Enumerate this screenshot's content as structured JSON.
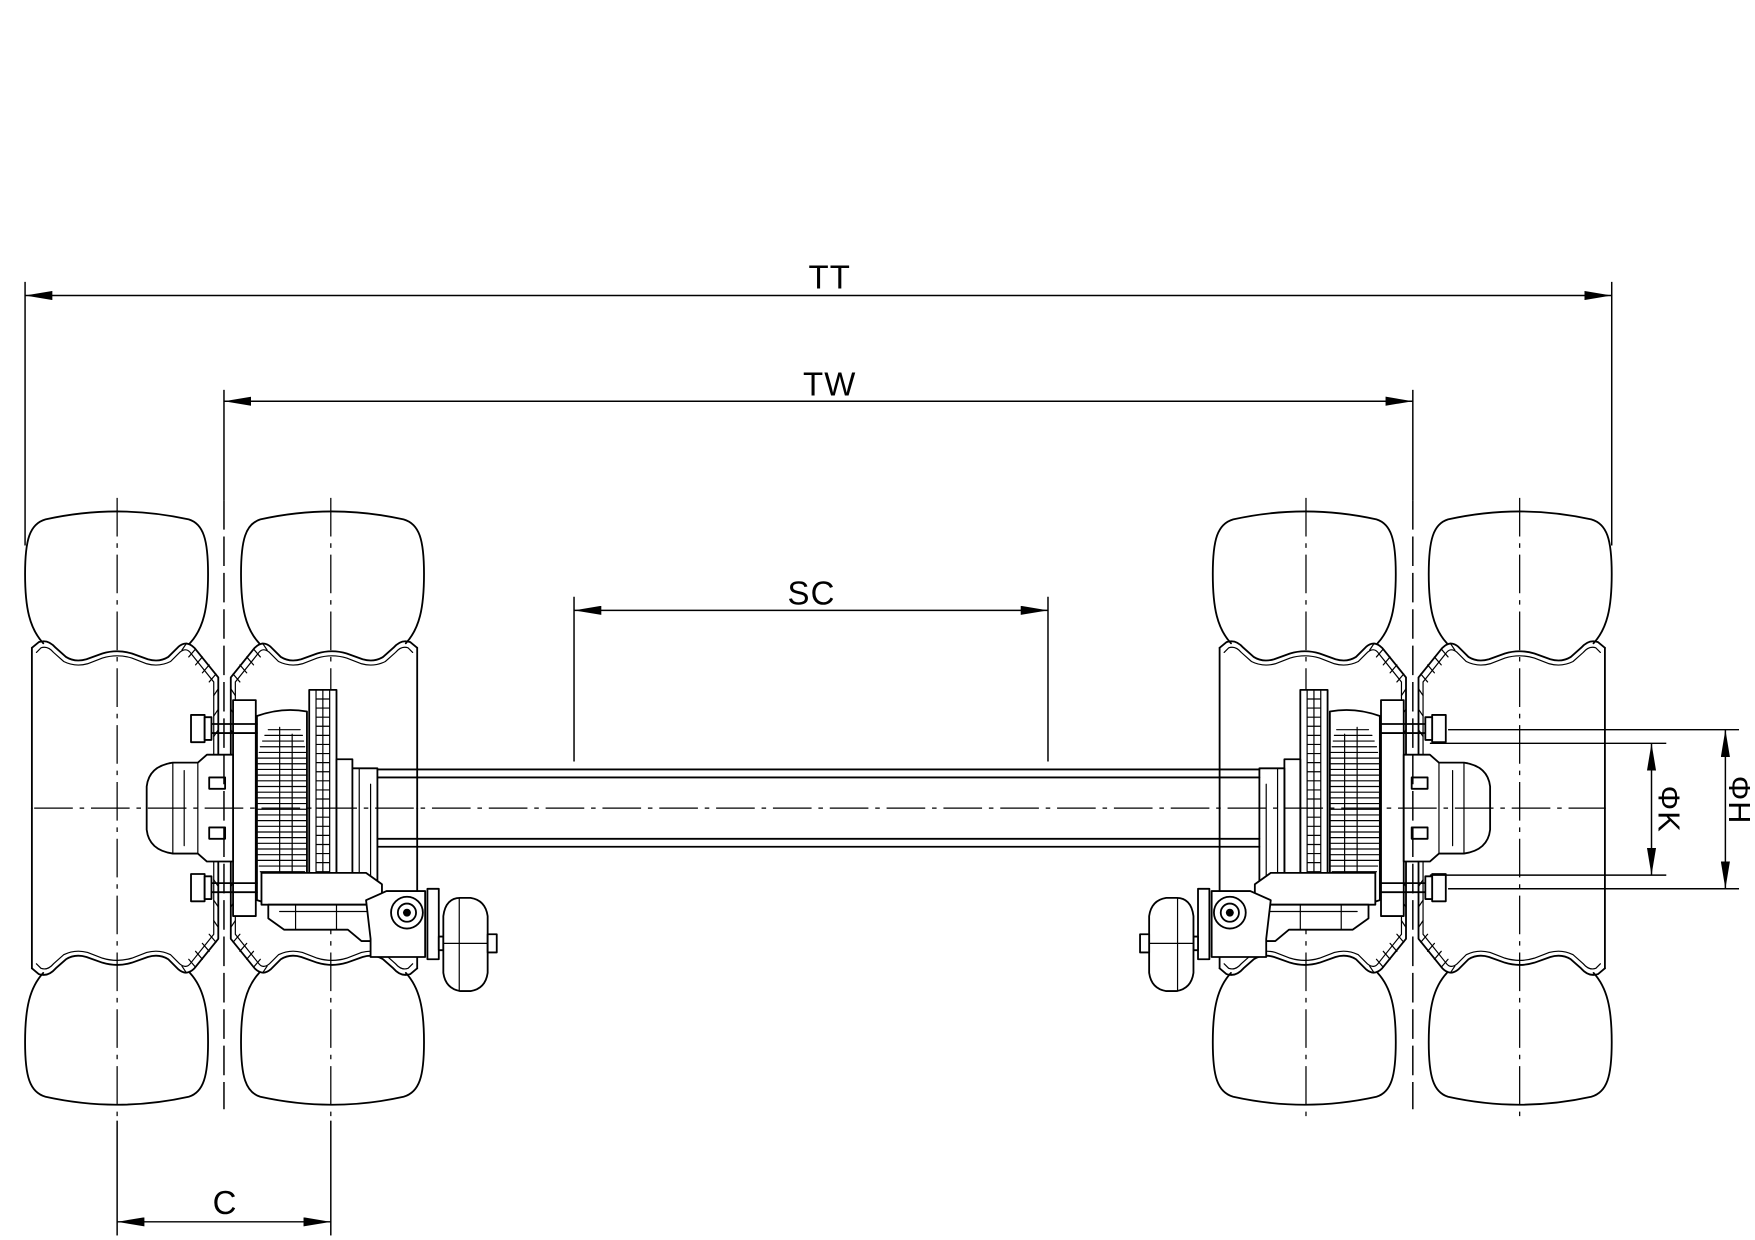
{
  "dimensions": {
    "tt": "TT",
    "tw": "TW",
    "sc": "SC",
    "c": "C",
    "phi_k": "ΦK",
    "phi_h": "ΦH"
  }
}
